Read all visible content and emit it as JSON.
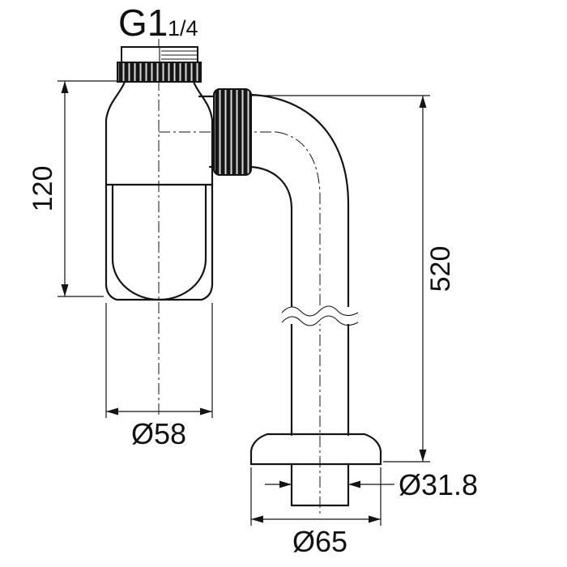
{
  "title": "Bottle trap technical drawing",
  "labels": {
    "thread_size": "G1",
    "thread_fraction": "1/4",
    "dim_body_height": "120",
    "dim_total_height": "520",
    "dim_bottle_diameter": "Ø58",
    "dim_pipe_diameter": "Ø31.8",
    "dim_flange_diameter": "Ø65"
  },
  "colors": {
    "line": "#141414",
    "background": "#ffffff"
  }
}
